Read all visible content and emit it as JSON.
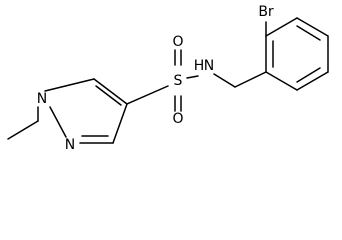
{
  "molecule": {
    "atoms": {
      "bromine": "Br",
      "sulfonyl_oxygen_top": "O",
      "sulfonyl_oxygen_bottom": "O",
      "sulfur": "S",
      "amide_nitrogen": "N",
      "amide_hydrogen": "H",
      "pyrazole_n1": "N",
      "pyrazole_n2": "N"
    }
  }
}
